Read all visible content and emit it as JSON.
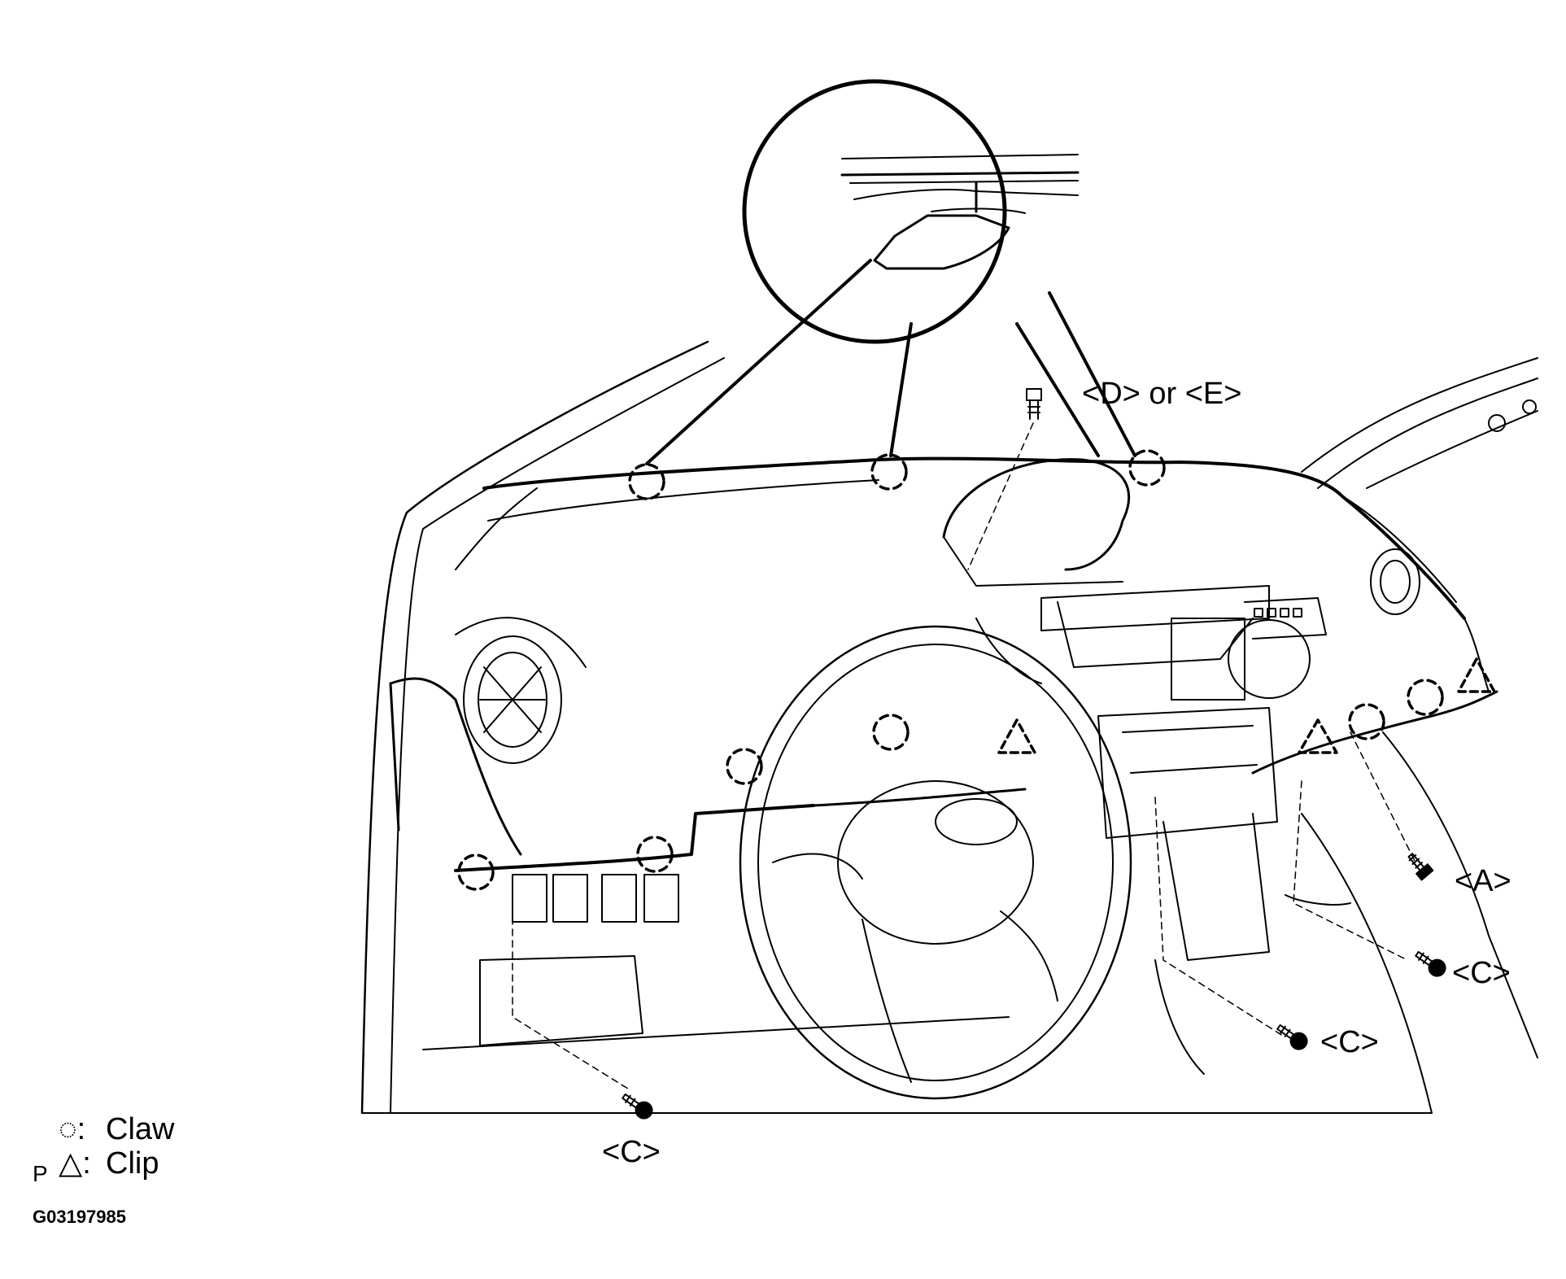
{
  "callouts": {
    "de": "<D> or <E>",
    "a": "<A>",
    "c_right": "<C>",
    "c_mid": "<C>",
    "c_left": "<C>"
  },
  "legend": {
    "claw_symbol": "◌:",
    "claw_label": "Claw",
    "clip_symbol": "△:",
    "clip_label": "Clip",
    "prefix": "P"
  },
  "figure_code": "G03197985",
  "colors": {
    "line": "#000000",
    "background": "#ffffff"
  }
}
